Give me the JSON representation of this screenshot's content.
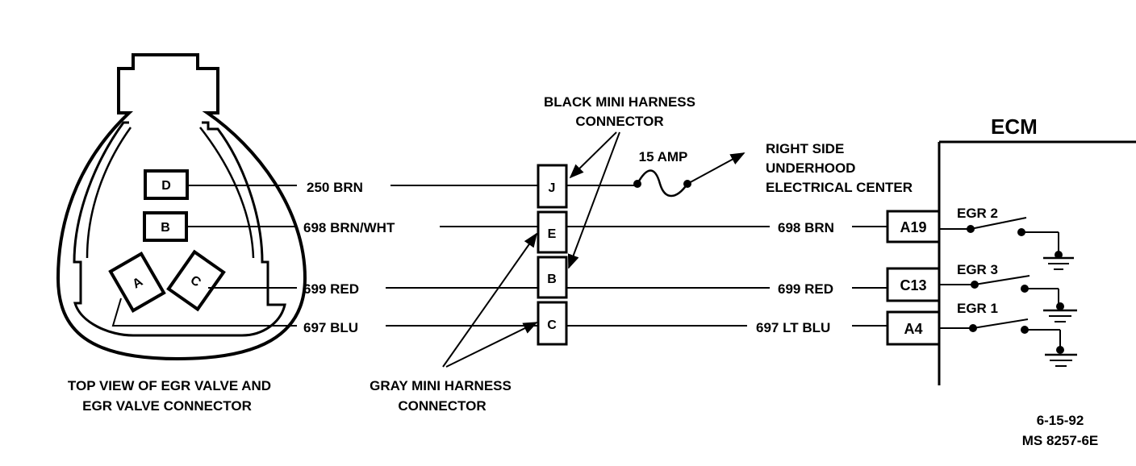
{
  "valve": {
    "caption_line1": "TOP VIEW OF EGR VALVE AND",
    "caption_line2": "EGR VALVE CONNECTOR",
    "pins": {
      "d": "D",
      "b": "B",
      "a": "A",
      "c": "C"
    }
  },
  "wires_left": {
    "w250": "250 BRN",
    "w698": "698 BRN/WHT",
    "w699": "699 RED",
    "w697": "697  BLU"
  },
  "harness": {
    "pins": {
      "j": "J",
      "e": "E",
      "b": "B",
      "c": "C"
    },
    "black_line1": "BLACK MINI HARNESS",
    "black_line2": "CONNECTOR",
    "gray_line1": "GRAY MINI HARNESS",
    "gray_line2": "CONNECTOR"
  },
  "fuse": {
    "label": "15 AMP",
    "dest_line1": "RIGHT SIDE",
    "dest_line2": "UNDERHOOD",
    "dest_line3": "ELECTRICAL CENTER"
  },
  "wires_right": {
    "w698": "698 BRN",
    "w699": "699 RED",
    "w697": "697 LT BLU"
  },
  "ecm": {
    "title": "ECM",
    "pins": {
      "a19": "A19",
      "c13": "C13",
      "a4": "A4"
    },
    "switches": {
      "egr2": "EGR 2",
      "egr3": "EGR 3",
      "egr1": "EGR 1"
    }
  },
  "footer": {
    "date": "6-15-92",
    "code": "MS 8257-6E"
  }
}
